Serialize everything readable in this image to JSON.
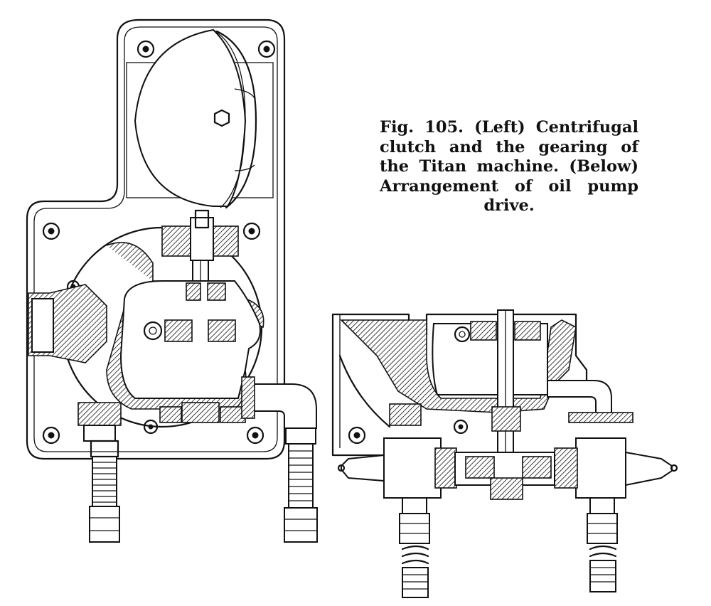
{
  "caption": {
    "line1": "Fig. 105.  (Left) Centrifugal",
    "line2": "clutch and the gearing of",
    "line3": "the Titan machine.  (Below)",
    "line4": "Arrangement of oil pump",
    "line5": "drive."
  },
  "colors": {
    "ink": "#111111",
    "paper": "#ffffff"
  }
}
